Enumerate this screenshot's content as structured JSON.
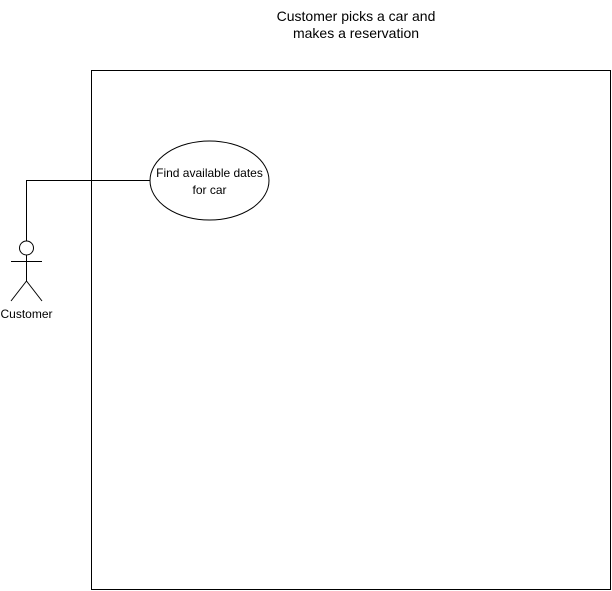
{
  "diagram": {
    "title_lines": [
      "Customer picks a car and",
      "makes a reservation"
    ],
    "use_case": {
      "label_lines": [
        "Find available dates",
        "for car"
      ]
    },
    "actor": {
      "label": "Customer"
    },
    "colors": {
      "stroke": "#000000",
      "fill": "#ffffff",
      "text": "#000000"
    }
  }
}
